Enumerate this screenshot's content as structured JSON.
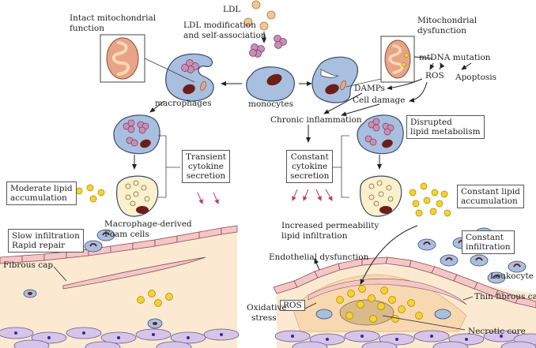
{
  "labels": {
    "ldl": "LDL",
    "ldl_modification_1": "LDL modification",
    "ldl_modification_2": "and self-association",
    "intact_mito_1": "Intact mitochondrial",
    "intact_mito_2": "function",
    "mito_dysfunction_1": "Mitochondrial",
    "mito_dysfunction_2": "dysfunction",
    "mtdna_mutation": "mtDNA mutation",
    "ros_top": "ROS",
    "apoptosis": "Apoptosis",
    "damps": "DAMPs",
    "cell_damage": "Cell damage",
    "macrophages": "macrophages",
    "monocytes": "monocytes",
    "chronic_inflammation": "Chronic inflammation",
    "disrupted_lipid_1": "Disrupted",
    "disrupted_lipid_2": "lipid metabolism",
    "transient_cytokine_1": "Transient",
    "transient_cytokine_2": "cytokine",
    "transient_cytokine_3": "secretion",
    "constant_cytokine_1": "Constant",
    "constant_cytokine_2": "cytokine",
    "constant_cytokine_3": "secretion",
    "moderate_lipid_1": "Moderate lipid",
    "moderate_lipid_2": "accumulation",
    "foam_cells_1": "Macrophage-derived",
    "foam_cells_2": "Foam cells",
    "constant_lipid_1": "Constant lipid",
    "constant_lipid_2": "accumulation",
    "increased_perm_1": "Increased permeability",
    "increased_perm_2": "lipid infiltration",
    "slow_infiltration_1": "Slow infiltration",
    "slow_infiltration_2": "Rapid repair",
    "constant_infiltration_1": "Constant",
    "constant_infiltration_2": "infiltration",
    "endothelial_dysfunction": "Endothelial dysfunction",
    "leukocyte": "Leukocyte",
    "fibrous_cap": "Fibrous cap",
    "thin_fibrous_cap": "Thin fibrous cap",
    "ros_plaque": "ROS",
    "oxidative_stress_1": "Oxidative",
    "oxidative_stress_2": "stress",
    "necrotic_core": "Necrotic core"
  },
  "colors": {
    "cell_blue": "#a9bfdf",
    "cell_outline": "#3a4a6a",
    "nucleus": "#6b1f1a",
    "lipid_droplet": "#c98fb3",
    "ldl_tan": "#efc897",
    "mito_fill": "#e8a489",
    "mito_stripe": "#f6d9b0",
    "foam_cell": "#fbf0cc",
    "yellow_lipid": "#f6d22c",
    "endothelium": "#f4c7c7",
    "intima": "#fbe9d2",
    "smooth_muscle": "#d7c5e9",
    "cytokine": "#c23a6a"
  }
}
